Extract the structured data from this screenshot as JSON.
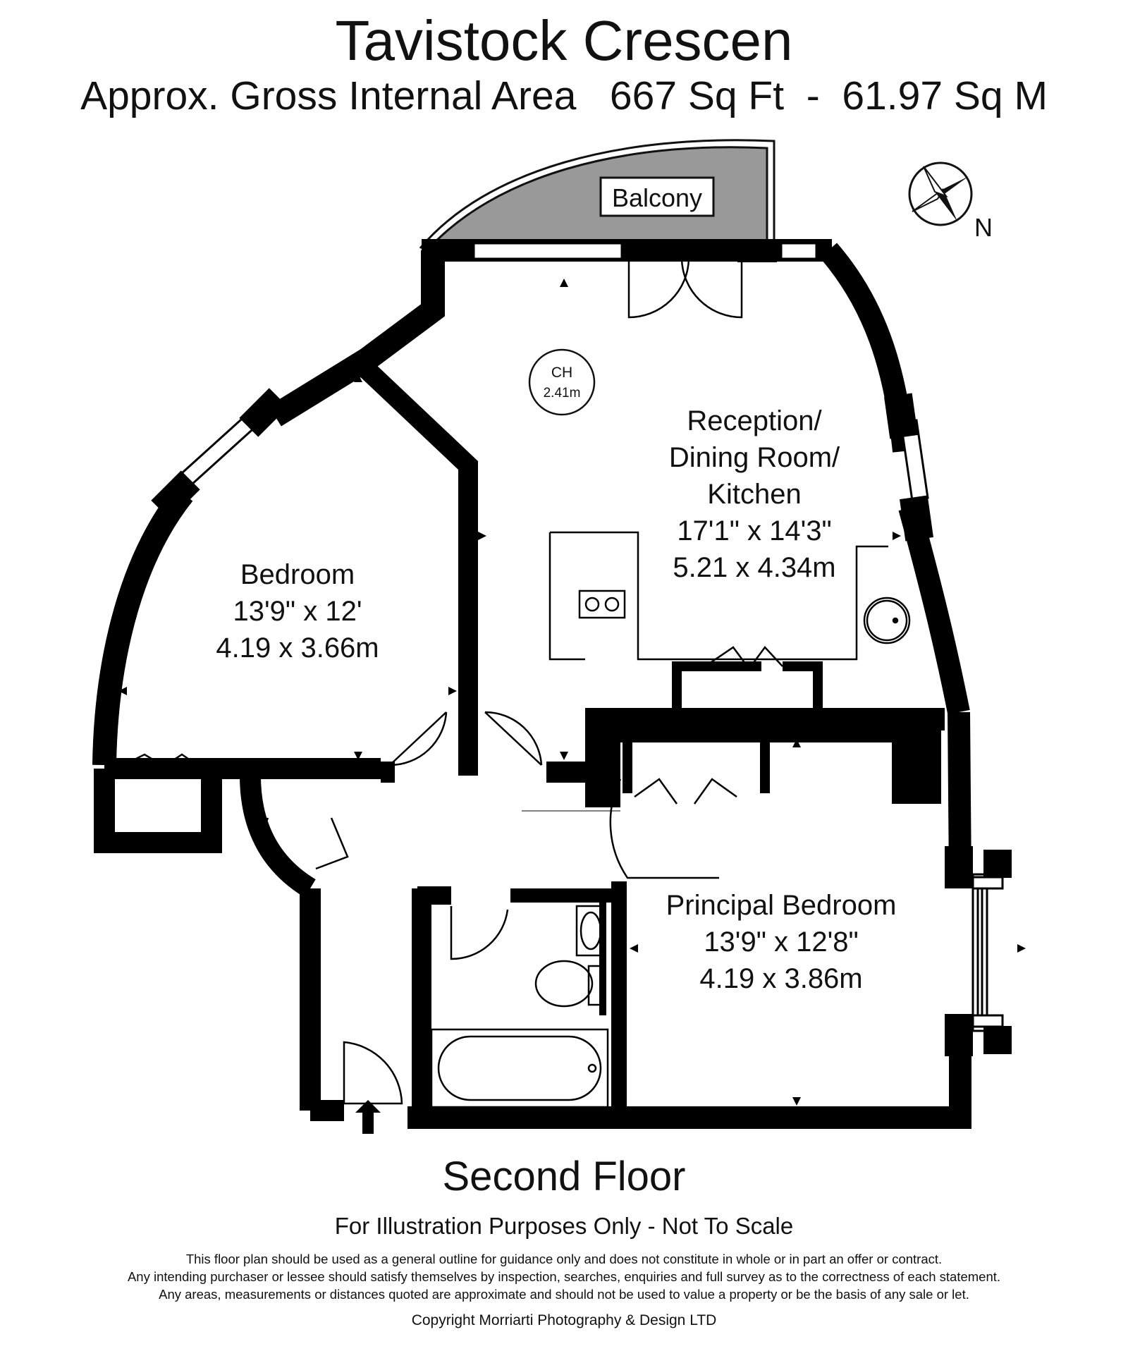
{
  "header": {
    "title": "Tavistock Crescen",
    "area_label": "Approx. Gross Internal Area   667 Sq Ft  -  61.97 Sq M"
  },
  "rooms": {
    "balcony": {
      "name": "Balcony"
    },
    "reception": {
      "name_lines": [
        "Reception/",
        "Dining Room/",
        "Kitchen"
      ],
      "imperial": "17'1\" x 14'3\"",
      "metric": "5.21 x 4.34m"
    },
    "bedroom": {
      "name": "Bedroom",
      "imperial": "13'9\" x 12'",
      "metric": "4.19 x 3.66m"
    },
    "principal_bedroom": {
      "name": "Principal Bedroom",
      "imperial": "13'9\" x 12'8\"",
      "metric": "4.19 x 3.86m"
    }
  },
  "ceiling_height": {
    "label": "CH",
    "value": "2.41m"
  },
  "compass": {
    "label": "N"
  },
  "footer": {
    "floor_name": "Second Floor",
    "disclaimer": "For Illustration Purposes Only - Not To Scale",
    "fine_print": [
      "This floor plan should be used as a general outline for guidance only and does not constitute in whole or in part an offer or contract.",
      "Any intending purchaser or lessee should satisfy themselves by inspection, searches, enquiries and full survey as to the correctness of each statement.",
      "Any areas, measurements or distances quoted are approximate and should not be used to value a property or be the basis of any sale or let."
    ],
    "copyright": "Copyright Morriarti Photography & Design LTD"
  },
  "colors": {
    "wall": "#000000",
    "balcony_fill": "#999999",
    "background": "#ffffff"
  }
}
